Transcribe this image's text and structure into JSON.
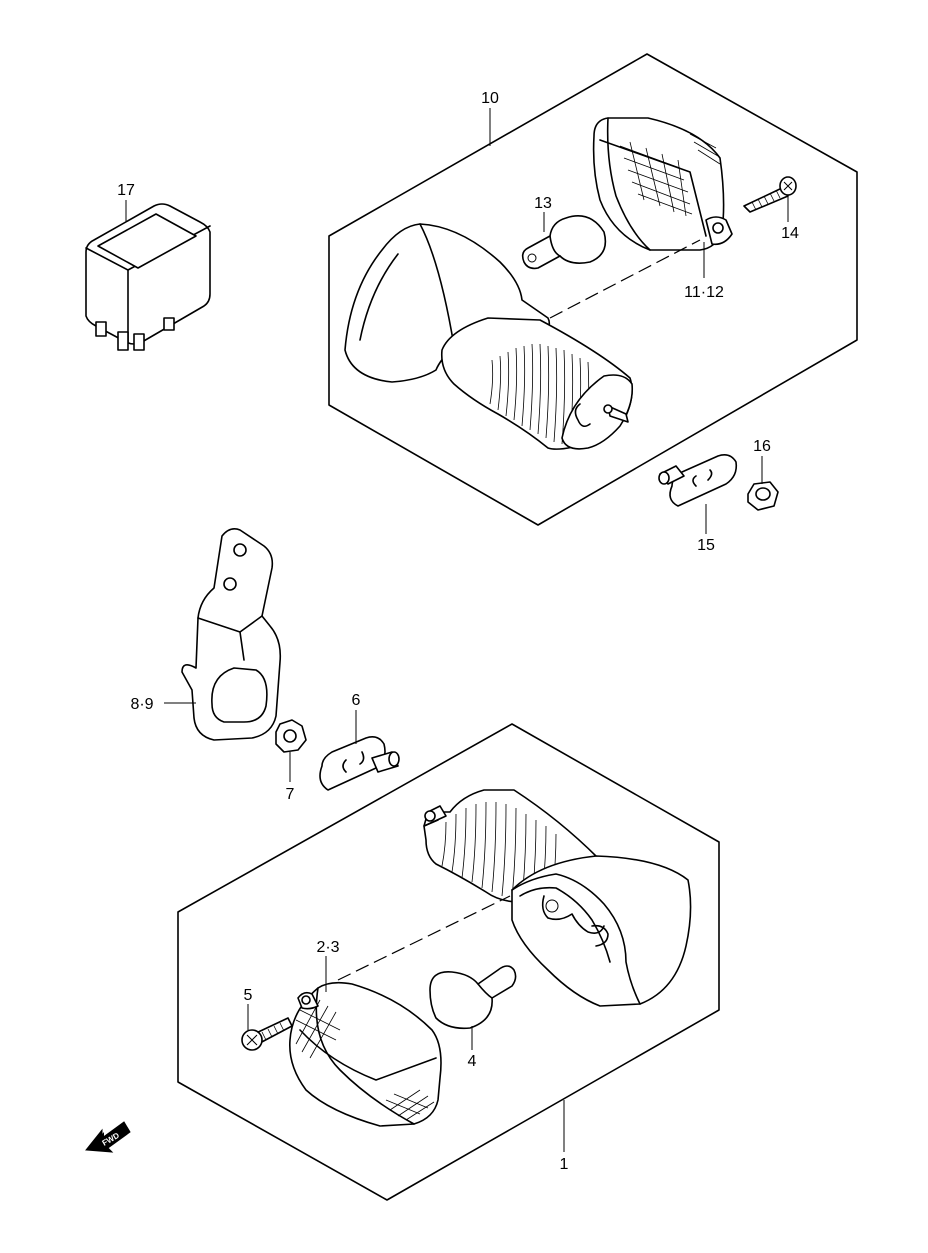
{
  "callouts": {
    "c1": "1",
    "c2_3": "2·3",
    "c4": "4",
    "c5": "5",
    "c6": "6",
    "c7": "7",
    "c8_9": "8·9",
    "c10": "10",
    "c11_12": "11·12",
    "c13": "13",
    "c14": "14",
    "c15": "15",
    "c16": "16",
    "c17": "17"
  },
  "fwd_badge": "FWD"
}
